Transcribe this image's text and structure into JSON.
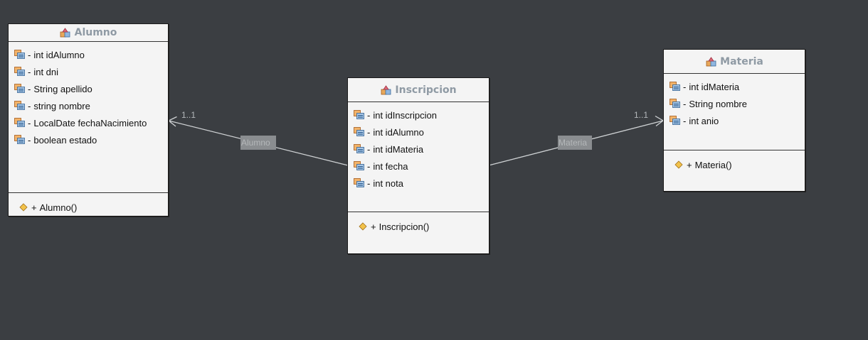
{
  "colors": {
    "background": "#3b3e42",
    "class_fill": "#f4f4f4",
    "title": "#8f9aa4",
    "line": "#cfd2d4"
  },
  "classes": {
    "alumno": {
      "name": "Alumno",
      "attributes": [
        {
          "vis": "-",
          "text": "int idAlumno"
        },
        {
          "vis": "-",
          "text": "int dni"
        },
        {
          "vis": "-",
          "text": "String apellido"
        },
        {
          "vis": "-",
          "text": "string nombre"
        },
        {
          "vis": "-",
          "text": "LocalDate fechaNacimiento"
        },
        {
          "vis": "-",
          "text": "boolean estado"
        }
      ],
      "operations": [
        {
          "vis": "+",
          "text": "Alumno()"
        }
      ]
    },
    "inscripcion": {
      "name": "Inscripcion",
      "attributes": [
        {
          "vis": "-",
          "text": "int idInscripcion"
        },
        {
          "vis": "-",
          "text": "int idAlumno"
        },
        {
          "vis": "-",
          "text": "int idMateria"
        },
        {
          "vis": "-",
          "text": "int fecha"
        },
        {
          "vis": "-",
          "text": "int nota"
        }
      ],
      "operations": [
        {
          "vis": "+",
          "text": "Inscripcion()"
        }
      ]
    },
    "materia": {
      "name": "Materia",
      "attributes": [
        {
          "vis": "-",
          "text": "int idMateria"
        },
        {
          "vis": "-",
          "text": "String nombre"
        },
        {
          "vis": "-",
          "text": "int anio"
        }
      ],
      "operations": [
        {
          "vis": "+",
          "text": "Materia()"
        }
      ]
    }
  },
  "associations": [
    {
      "from": "Inscripcion",
      "to": "Alumno",
      "multiplicity": "1..1",
      "role": "Alumno"
    },
    {
      "from": "Inscripcion",
      "to": "Materia",
      "multiplicity": "1..1",
      "role": "Materia"
    }
  ],
  "icons": {
    "class": "class-icon",
    "attribute": "field-icon",
    "operation": "method-icon"
  }
}
